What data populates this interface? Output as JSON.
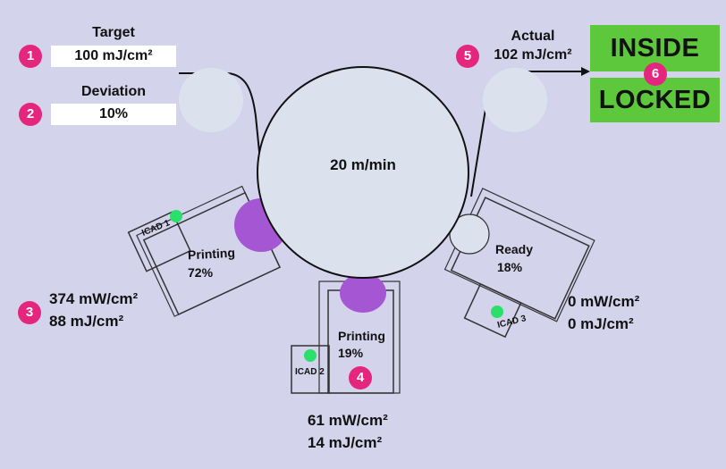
{
  "badges": [
    "1",
    "2",
    "3",
    "4",
    "5",
    "6"
  ],
  "target": {
    "label": "Target",
    "value": "100 mJ/cm²"
  },
  "deviation": {
    "label": "Deviation",
    "value": "10%"
  },
  "actual": {
    "label": "Actual",
    "value": "102 mJ/cm²"
  },
  "status": {
    "top": "INSIDE",
    "bottom": "LOCKED"
  },
  "drum": {
    "speed": "20 m/min"
  },
  "lamps": [
    {
      "name": "ICAD 1",
      "state": "Printing",
      "percent": "72%",
      "power": "374 mW/cm²",
      "dose": "88 mJ/cm²"
    },
    {
      "name": "ICAD 2",
      "state": "Printing",
      "percent": "19%",
      "power": "61 mW/cm²",
      "dose": "14 mJ/cm²"
    },
    {
      "name": "ICAD 3",
      "state": "Ready",
      "percent": "18%",
      "power": "0 mW/cm²",
      "dose": "0 mJ/cm²"
    }
  ],
  "colors": {
    "background": "#d4d3ec",
    "roller": "#dbe1ed",
    "accent": "#e5267f",
    "status_ok": "#5ec83c",
    "led_on": "#2be06a",
    "lamp_active": "#a556d3"
  }
}
